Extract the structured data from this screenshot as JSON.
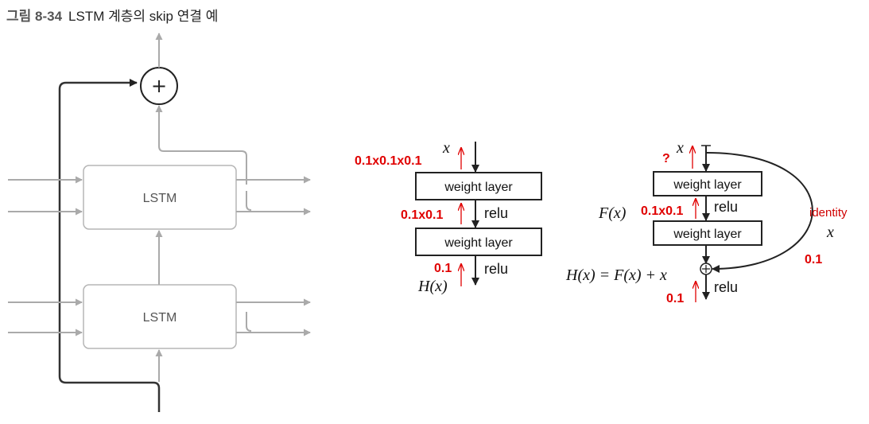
{
  "caption": {
    "number": "그림 8-34",
    "title": "LSTM 계층의 skip 연결 예"
  },
  "lstm_diagram": {
    "top_box_label": "LSTM",
    "bottom_box_label": "LSTM",
    "add_symbol": "+"
  },
  "plain_net": {
    "input_label": "x",
    "layer1_label": "weight layer",
    "layer2_label": "weight layer",
    "relu1_label": "relu",
    "relu2_label": "relu",
    "output_label": "H(x)",
    "grad_input": "0.1x0.1x0.1",
    "grad_mid": "0.1x0.1",
    "grad_out": "0.1"
  },
  "residual_net": {
    "input_label": "x",
    "grad_input": "?",
    "layer1_label": "weight layer",
    "layer2_label": "weight layer",
    "relu_label": "relu",
    "relu_out_label": "relu",
    "fx_label": "F(x)",
    "grad_mid": "0.1x0.1",
    "identity_label": "identity",
    "identity_x": "x",
    "grad_identity": "0.1",
    "output_eq": "H(x) = F(x) + x",
    "grad_out": "0.1"
  },
  "colors": {
    "gray": "#aaaaaa",
    "dark": "#333333",
    "red": "#e00000"
  }
}
